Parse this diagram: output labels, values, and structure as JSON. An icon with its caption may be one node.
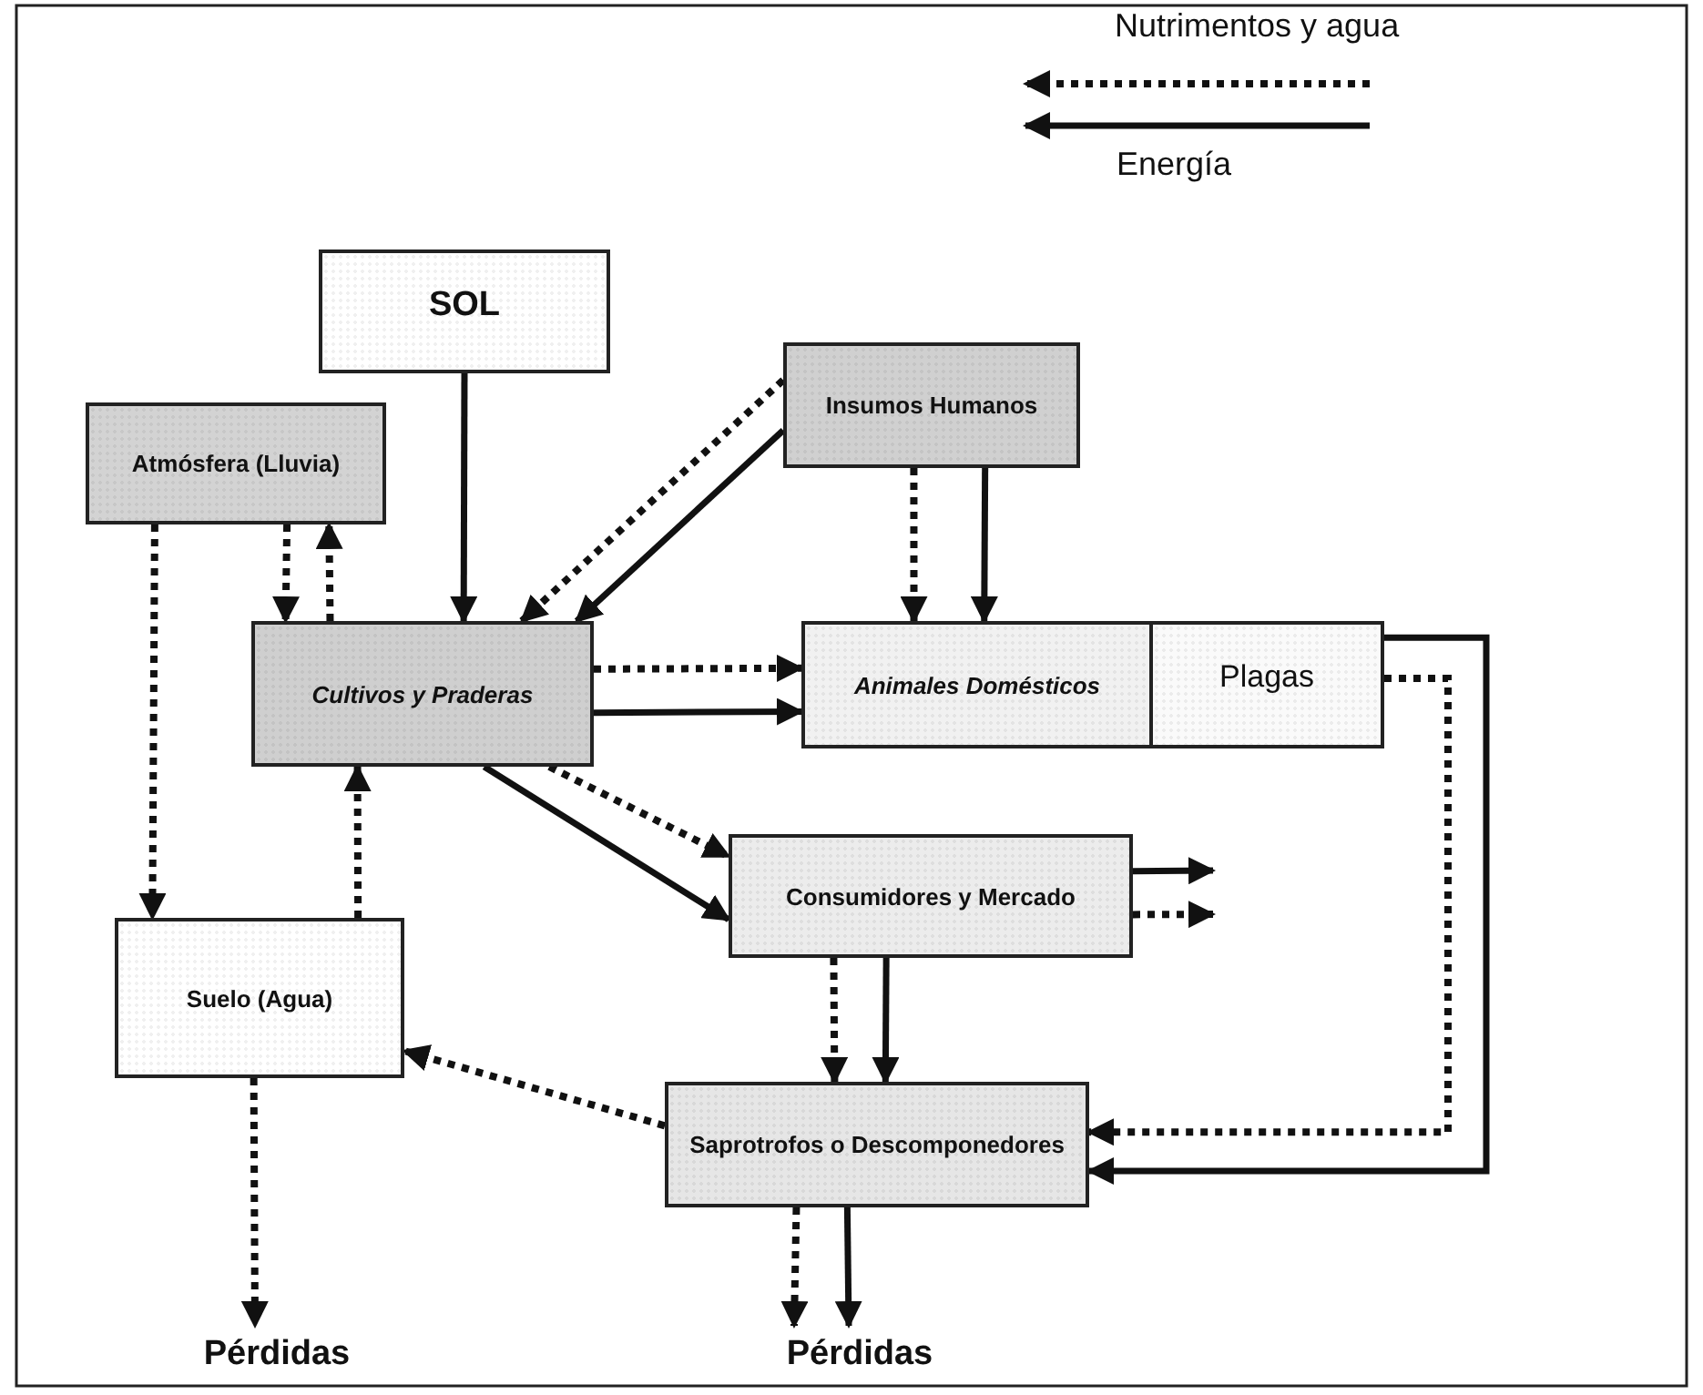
{
  "diagram": {
    "nodes": [
      {
        "text": [
          "SOL"
        ]
      },
      {
        "text": [
          "Atmósfera (Lluvia)"
        ]
      },
      {
        "text": [
          "Insumos Humanos"
        ]
      },
      {
        "text": [
          "Cultivos y Praderas"
        ]
      },
      {
        "text": [
          "Animales Domésticos"
        ]
      },
      {
        "text": [
          "Plagas"
        ]
      },
      {
        "text": [
          "Consumidores y Mercado"
        ]
      },
      {
        "text": [
          "Suelo (Agua)"
        ]
      },
      {
        "text": [
          "Saprotrofos o Descomponedores"
        ]
      },
      {
        "text": [
          "Pérdidas"
        ]
      },
      {
        "text": [
          "Pérdidas"
        ]
      }
    ],
    "edges": [
      {
        "from": 0,
        "to": 3,
        "arrow": "to"
      },
      {
        "from": 2,
        "to": 3,
        "arrow": "to",
        "style": "dashed"
      },
      {
        "from": 2,
        "to": 3,
        "arrow": "to"
      },
      {
        "from": 1,
        "to": 3,
        "arrow": "to",
        "style": "dashed"
      },
      {
        "from": 3,
        "to": 1,
        "arrow": "to",
        "style": "dashed"
      },
      {
        "from": 1,
        "to": 7,
        "arrow": "to",
        "style": "dashed"
      },
      {
        "from": 7,
        "to": 3,
        "arrow": "to",
        "style": "dashed"
      },
      {
        "from": 2,
        "to": 4,
        "arrow": "to",
        "style": "dashed"
      },
      {
        "from": 2,
        "to": 4,
        "arrow": "to"
      },
      {
        "from": 3,
        "to": 4,
        "arrow": "to",
        "style": "dashed"
      },
      {
        "from": 3,
        "to": 4,
        "arrow": "to"
      },
      {
        "from": 3,
        "to": 6,
        "arrow": "to",
        "style": "dashed"
      },
      {
        "from": 3,
        "to": 6,
        "arrow": "to"
      },
      {
        "from": 6,
        "to": null,
        "arrow": "to"
      },
      {
        "from": 6,
        "to": null,
        "arrow": "to",
        "style": "dashed"
      },
      {
        "from": 6,
        "to": 8,
        "arrow": "to",
        "style": "dashed"
      },
      {
        "from": 6,
        "to": 8,
        "arrow": "to"
      },
      {
        "from": 5,
        "to": 8,
        "arrow": "to",
        "style": "dashed"
      },
      {
        "from": 5,
        "to": 8,
        "arrow": "to"
      },
      {
        "from": 8,
        "to": 7,
        "arrow": "to",
        "style": "dashed"
      },
      {
        "from": 7,
        "to": 9,
        "arrow": "to",
        "style": "dashed"
      },
      {
        "from": 8,
        "to": 10,
        "arrow": "to",
        "style": "dashed"
      },
      {
        "from": 8,
        "to": 10,
        "arrow": "to"
      }
    ],
    "legend": [
      {
        "text": "Nutrimentos y agua"
      },
      {
        "text": "Energía"
      }
    ]
  }
}
